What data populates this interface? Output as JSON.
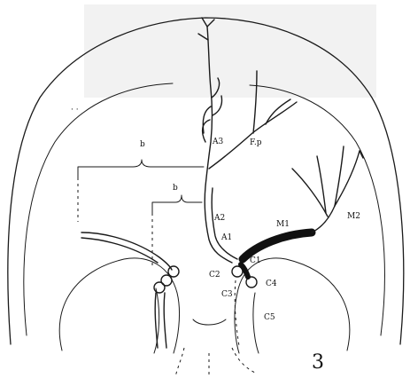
{
  "figure_number": "3",
  "labels": {
    "b_upper": "b",
    "b_lower": "b",
    "a3": "A3",
    "fp": "F.p",
    "a2": "A2",
    "a1": "A1",
    "m1": "M1",
    "m2": "M2",
    "c1": "C1",
    "c2": "C2",
    "c3": "C3",
    "c4": "C4",
    "c5": "C5"
  }
}
